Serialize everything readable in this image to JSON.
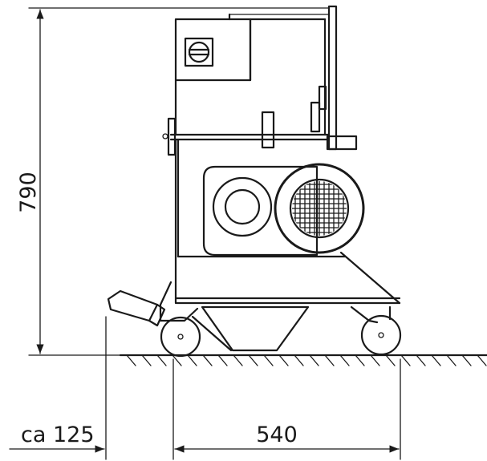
{
  "dimensions": {
    "height_label": "790",
    "width_label": "540",
    "overhang_label": "ca 125"
  },
  "colors": {
    "ink": "#1a1a1a",
    "paper": "#ffffff"
  }
}
